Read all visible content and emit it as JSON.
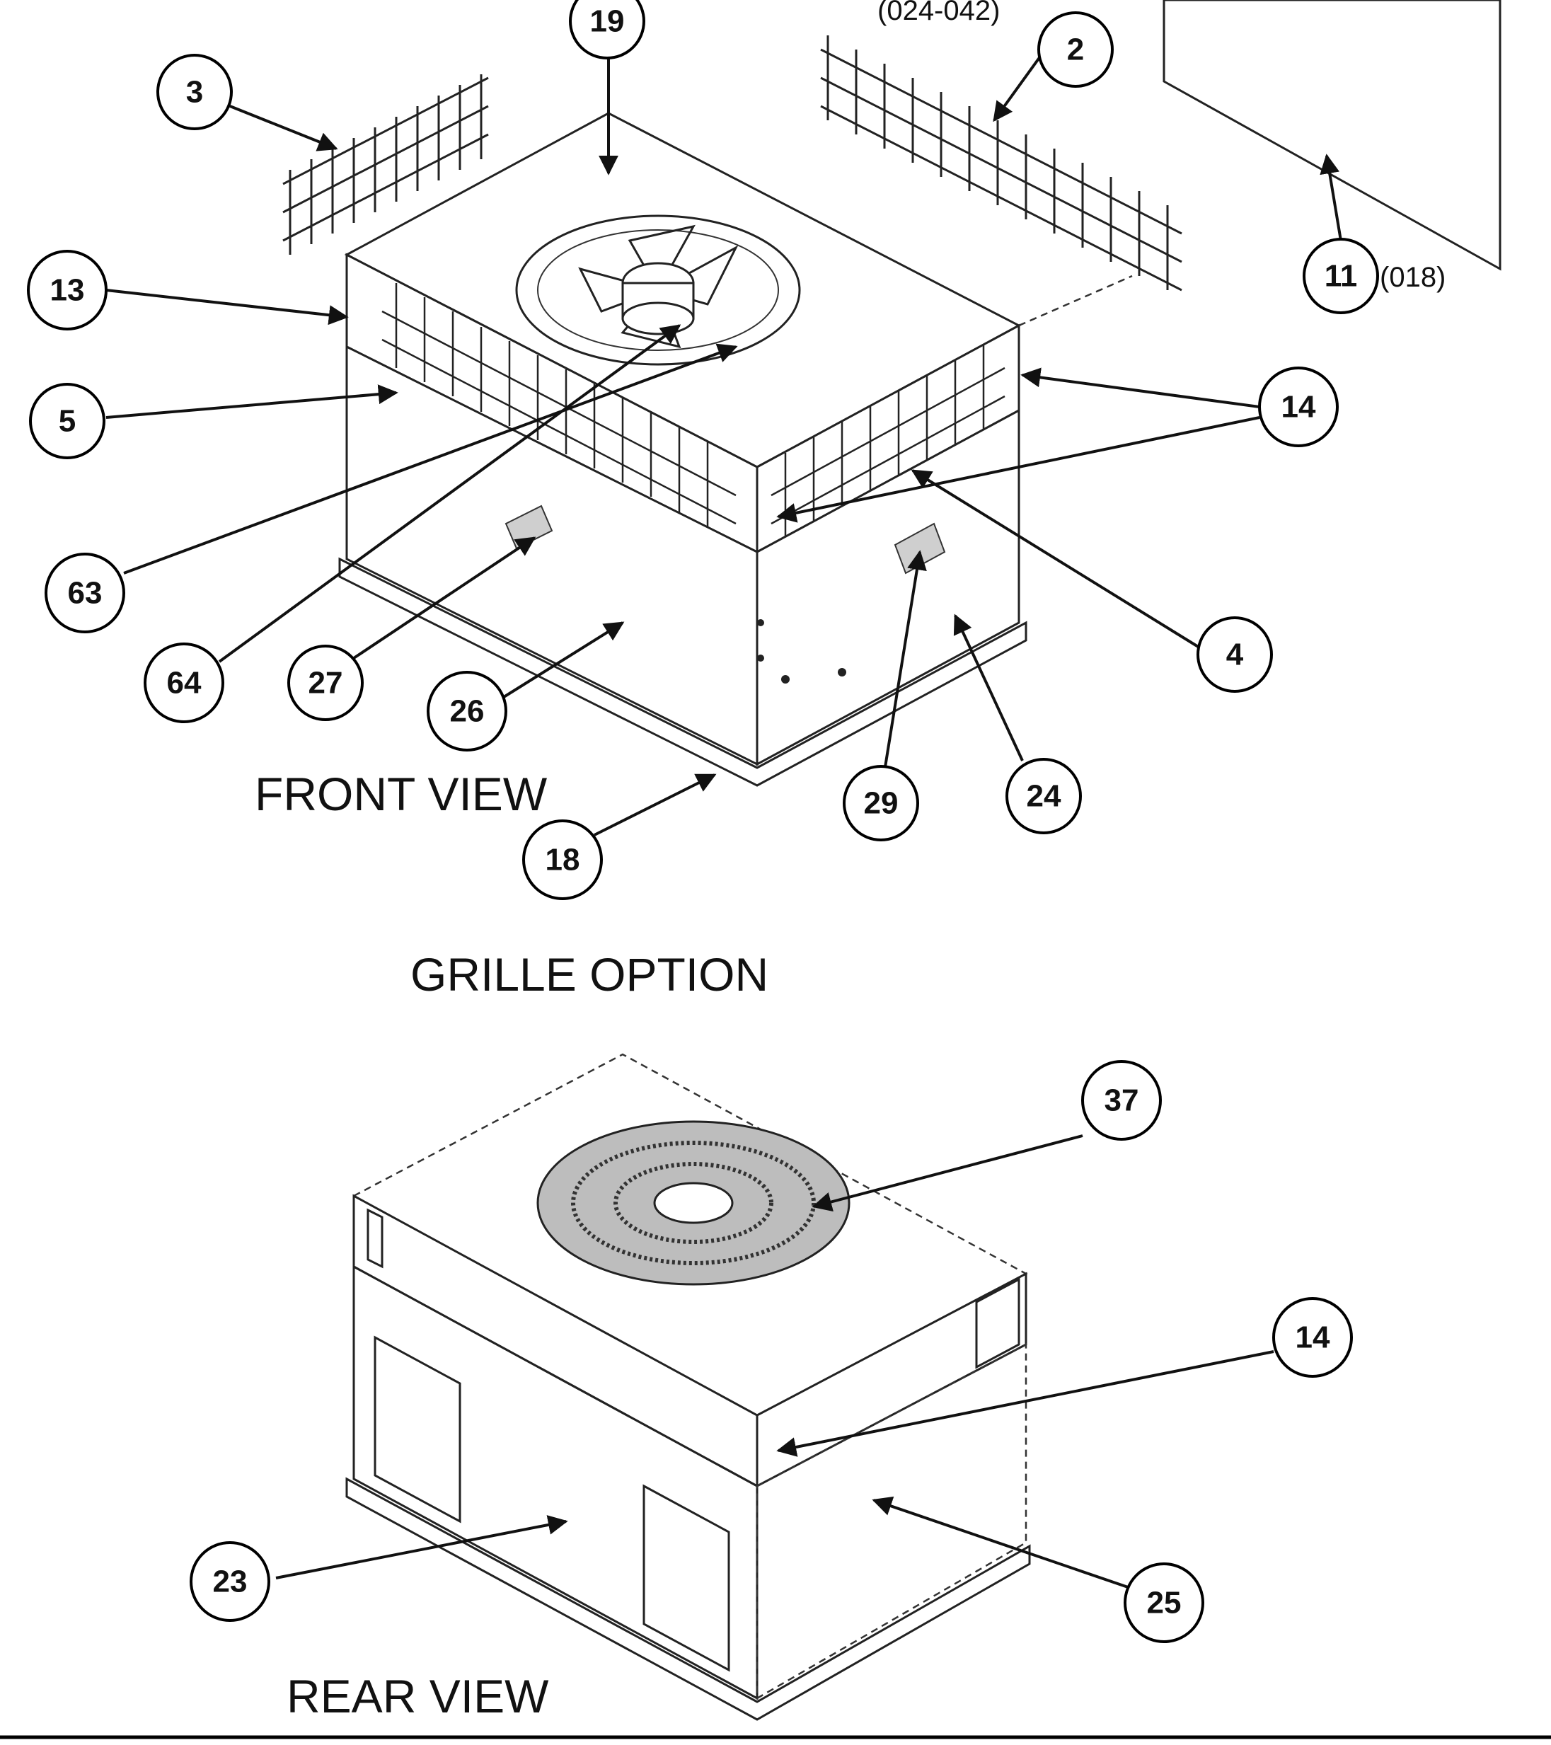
{
  "notes": {
    "top_range": "(024-042)",
    "size_018": "(018)"
  },
  "views": {
    "front_title": "FRONT VIEW",
    "grille_title": "GRILLE OPTION",
    "rear_title": "REAR VIEW"
  },
  "callouts_front": [
    "19",
    "2",
    "3",
    "13",
    "5",
    "63",
    "64",
    "27",
    "26",
    "29",
    "24",
    "4",
    "14",
    "11",
    "18"
  ],
  "callouts_rear": [
    "37",
    "14",
    "23",
    "25"
  ],
  "colors": {
    "ink": "#111111",
    "background": "#ffffff",
    "shading": "#cfcfcf"
  }
}
